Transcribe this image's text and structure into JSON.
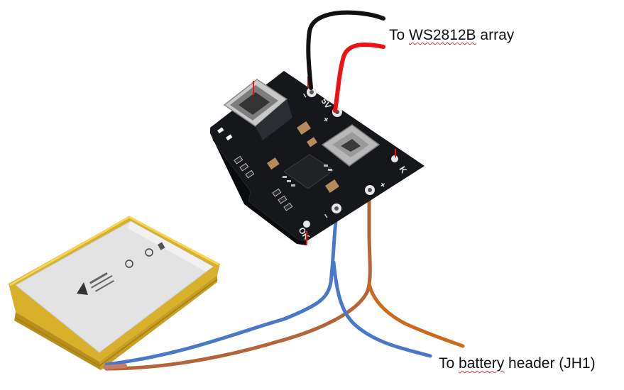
{
  "labels": {
    "ws_prefix": "To ",
    "ws_target": "WS2812B",
    "ws_suffix": " array",
    "bat_prefix": "To ",
    "bat_word": "battery",
    "bat_suffix": " header (JH1)"
  },
  "board": {
    "pin_negative": "−",
    "pin_5v": "5V",
    "pin_out_plus": "+",
    "pin_bat_minus": "−",
    "pin_bat_plus": "+",
    "pin_k": "K",
    "pin_ok": "OK"
  },
  "colors": {
    "wire_black": "#111111",
    "wire_red": "#ee1111",
    "wire_blue": "#4a78c8",
    "wire_orange": "#cc6a1c",
    "pcb": "#121418",
    "battery_gold": "#e8c53a",
    "battery_silver": "#dcdcdc"
  }
}
